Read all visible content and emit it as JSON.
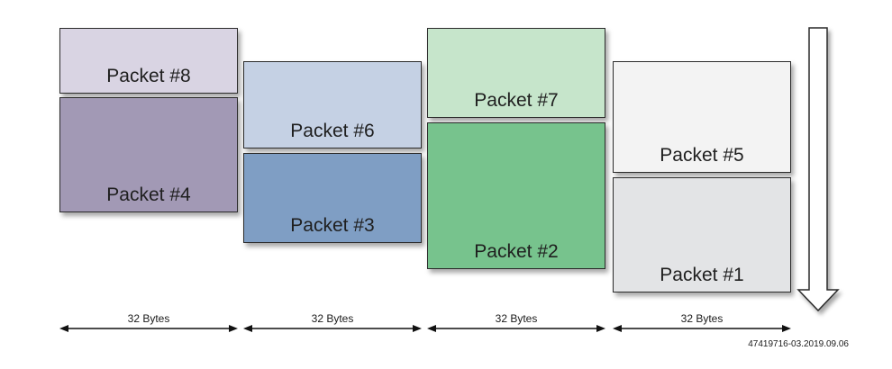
{
  "columns": [
    {
      "width_label": "32 Bytes",
      "packets": [
        {
          "label": "Packet #8",
          "color": "#d9d4e3"
        },
        {
          "label": "Packet #4",
          "color": "#a299b5"
        }
      ]
    },
    {
      "width_label": "32 Bytes",
      "packets": [
        {
          "label": "Packet #6",
          "color": "#c5d1e4"
        },
        {
          "label": "Packet #3",
          "color": "#7f9ec4"
        }
      ]
    },
    {
      "width_label": "32 Bytes",
      "packets": [
        {
          "label": "Packet #7",
          "color": "#c6e5cb"
        },
        {
          "label": "Packet #2",
          "color": "#77c38d"
        }
      ]
    },
    {
      "width_label": "32 Bytes",
      "packets": [
        {
          "label": "Packet #5",
          "color": "#f3f3f3"
        },
        {
          "label": "Packet #1",
          "color": "#e3e4e6"
        }
      ]
    }
  ],
  "document_id": "47419716-03.2019.09.06"
}
